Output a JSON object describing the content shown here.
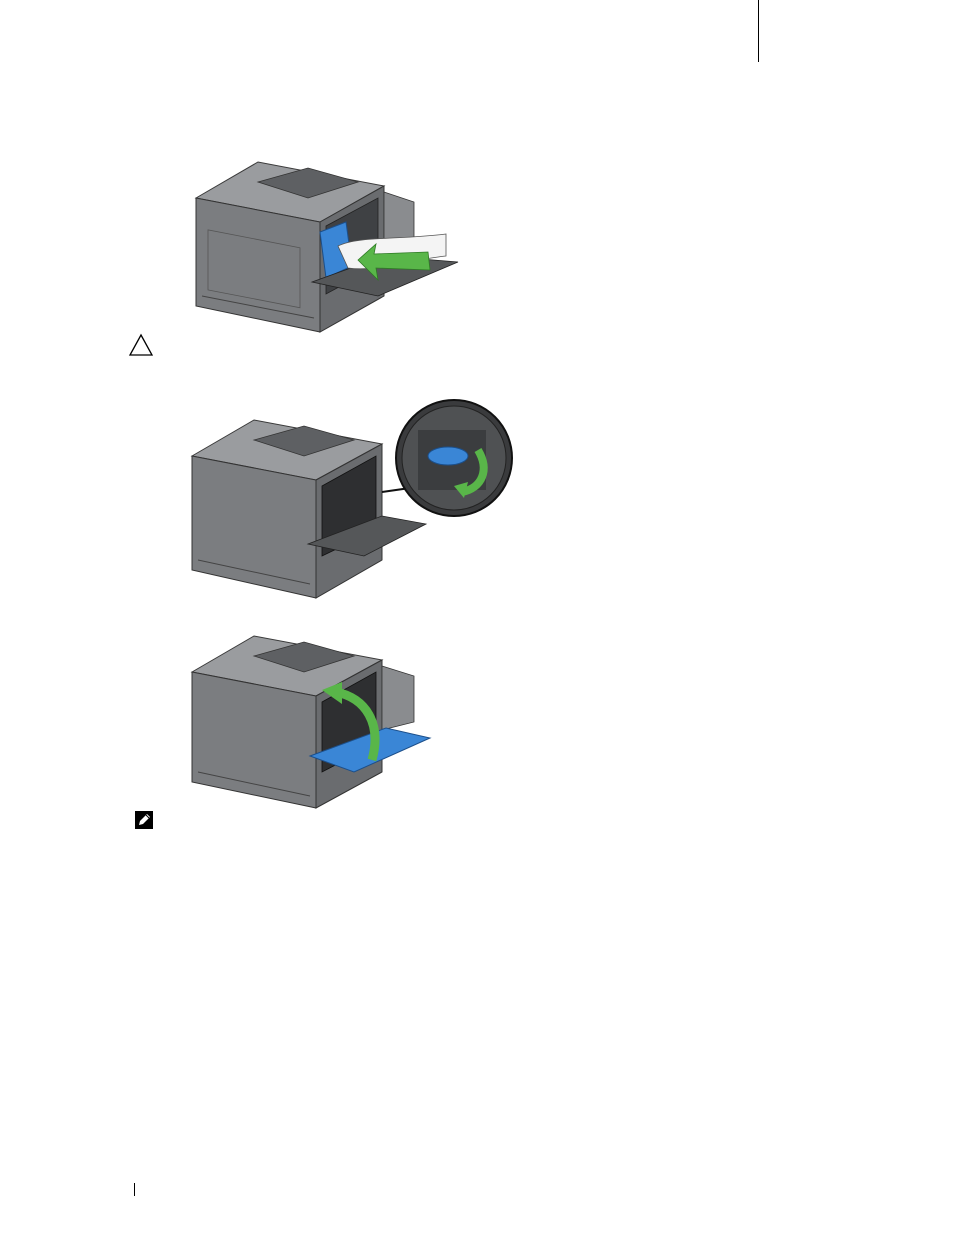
{
  "page": {
    "illustrations": [
      {
        "name": "insert-cleaning-rod-illustration"
      },
      {
        "name": "lock-waste-toner-box-illustration"
      },
      {
        "name": "close-right-side-cover-illustration"
      }
    ],
    "icons": {
      "caution": "caution-triangle-icon",
      "note": "pencil-note-icon"
    },
    "colors": {
      "printer_body": "#7b7d80",
      "printer_dark": "#4b4d50",
      "part_blue": "#3a86d6",
      "arrow_green": "#59b649"
    }
  }
}
